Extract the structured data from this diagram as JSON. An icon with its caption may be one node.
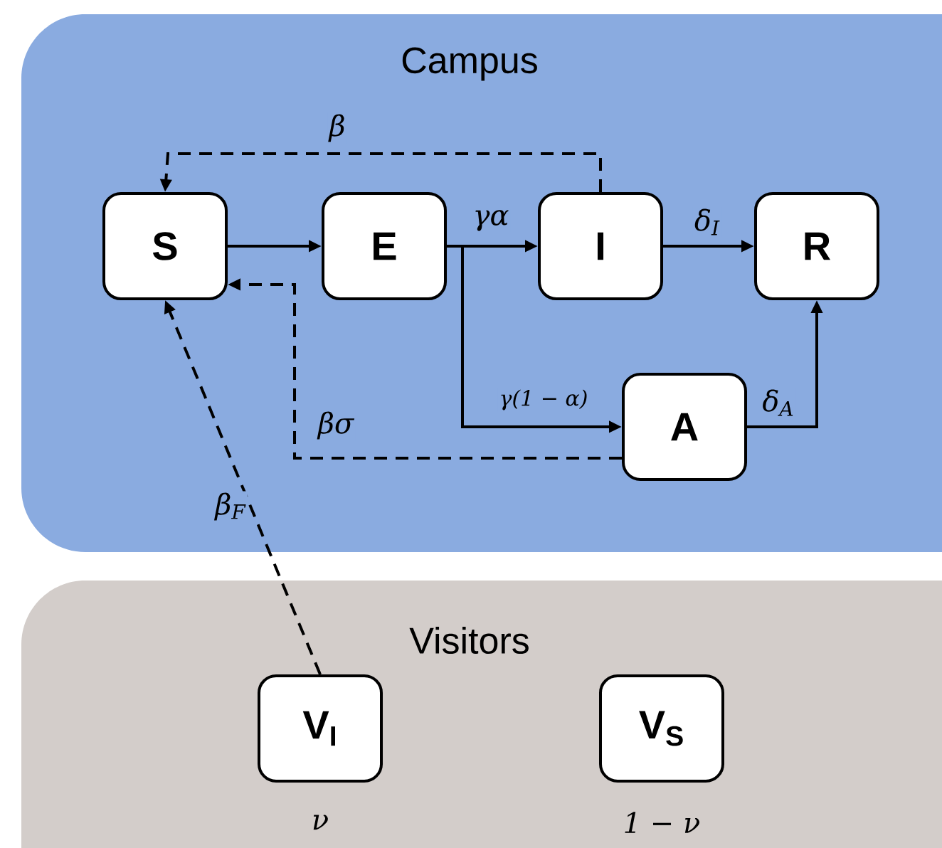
{
  "diagram": {
    "nodes": [
      {
        "text": [
          "Campus"
        ]
      },
      {
        "text": [
          "S"
        ],
        "in": 0
      },
      {
        "text": [
          "E"
        ],
        "in": 0
      },
      {
        "text": [
          "I"
        ],
        "in": 0
      },
      {
        "text": [
          "R"
        ],
        "in": 0
      },
      {
        "text": [
          "A"
        ],
        "in": 0
      },
      {
        "text": [
          "Visitors"
        ]
      },
      {
        "text": [
          "V$_{I}$"
        ],
        "in": 6,
        "beside": [
          "ν"
        ]
      },
      {
        "text": [
          "V$_{S}$"
        ],
        "in": 6,
        "beside": [
          "1 − ν"
        ]
      }
    ],
    "edges": [
      {
        "from": 1,
        "to": 2,
        "arrow": "to"
      },
      {
        "from": 2,
        "to": 3,
        "arrow": "to",
        "label": "γα"
      },
      {
        "from": 2,
        "to": 5,
        "arrow": "to",
        "label": "γ(1 − α)"
      },
      {
        "from": 3,
        "to": 4,
        "arrow": "to",
        "label": "δ$_{I}$"
      },
      {
        "from": 5,
        "to": 4,
        "arrow": "to",
        "label": "δ$_{A}$"
      },
      {
        "from": 3,
        "to": 1,
        "arrow": "to",
        "label": "β",
        "style": "dashed"
      },
      {
        "from": 5,
        "to": 1,
        "arrow": "to",
        "label": "βσ",
        "style": "dashed"
      },
      {
        "from": 7,
        "to": 1,
        "arrow": "to",
        "label": "β$_{F}$",
        "style": "dashed"
      }
    ]
  }
}
